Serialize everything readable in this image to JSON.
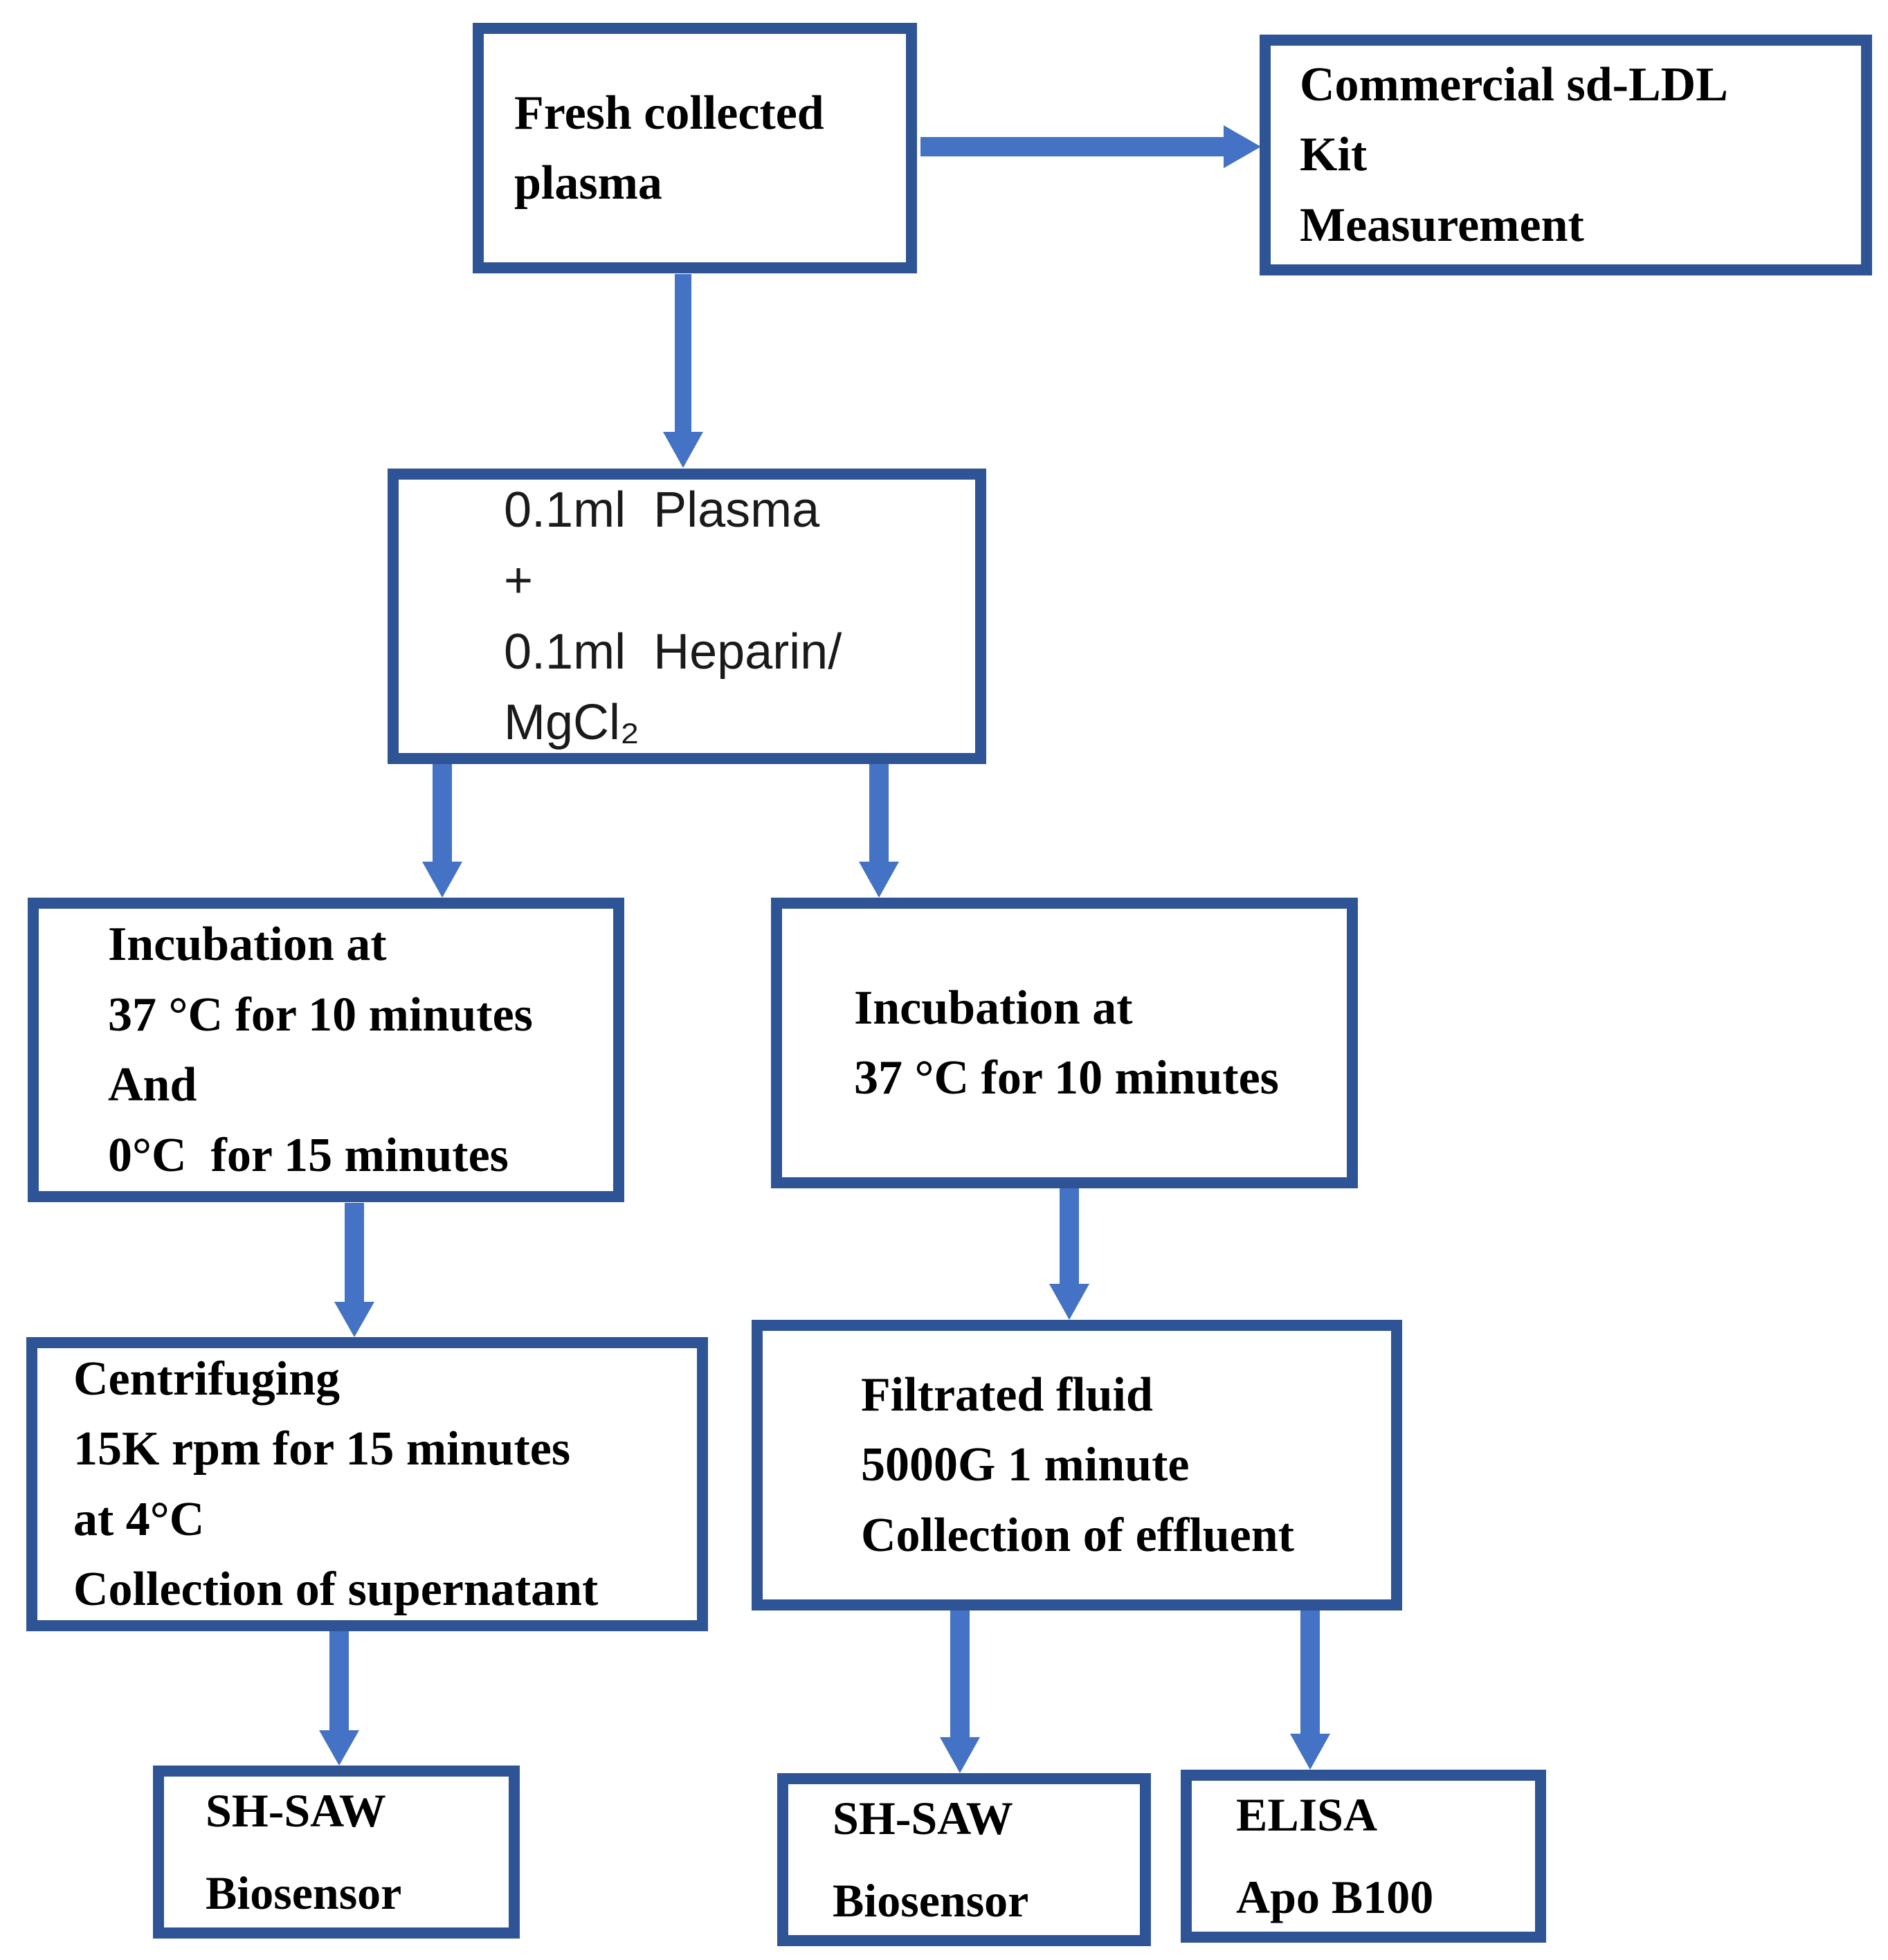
{
  "diagram_type": "flowchart",
  "colors": {
    "box_border": "#2f5496",
    "arrow": "#4472c4",
    "text": "#000000",
    "background": "#ffffff"
  },
  "nodes": {
    "fresh": {
      "lines": [
        "Fresh collected",
        "plasma"
      ]
    },
    "commercial": {
      "lines": [
        "Commercial sd-LDL",
        "Kit",
        "Measurement"
      ]
    },
    "mix": {
      "lines": [
        "0.1ml  Plasma",
        "+",
        "0.1ml  Heparin/",
        "MgCl₂"
      ]
    },
    "incubation_left": {
      "lines": [
        "Incubation at",
        "37 °C for 10 minutes",
        "And",
        "0°C  for 15 minutes"
      ]
    },
    "incubation_right": {
      "lines": [
        "Incubation at",
        "37 °C for 10 minutes"
      ]
    },
    "centrifuging": {
      "lines": [
        "Centrifuging",
        "15K rpm for 15 minutes",
        "at 4°C",
        "Collection of supernatant"
      ]
    },
    "filtrated": {
      "lines": [
        "Filtrated fluid",
        "5000G 1 minute",
        "Collection of effluent"
      ]
    },
    "shsaw_left": {
      "lines": [
        "SH-SAW",
        "Biosensor"
      ]
    },
    "shsaw_mid": {
      "lines": [
        "SH-SAW",
        "Biosensor"
      ]
    },
    "elisa": {
      "lines": [
        "ELISA",
        "Apo B100"
      ]
    }
  },
  "edges": [
    {
      "from": "fresh",
      "to": "commercial"
    },
    {
      "from": "fresh",
      "to": "mix"
    },
    {
      "from": "mix",
      "to": "incubation_left"
    },
    {
      "from": "mix",
      "to": "incubation_right"
    },
    {
      "from": "incubation_left",
      "to": "centrifuging"
    },
    {
      "from": "incubation_right",
      "to": "filtrated"
    },
    {
      "from": "centrifuging",
      "to": "shsaw_left"
    },
    {
      "from": "filtrated",
      "to": "shsaw_mid"
    },
    {
      "from": "filtrated",
      "to": "elisa"
    }
  ]
}
